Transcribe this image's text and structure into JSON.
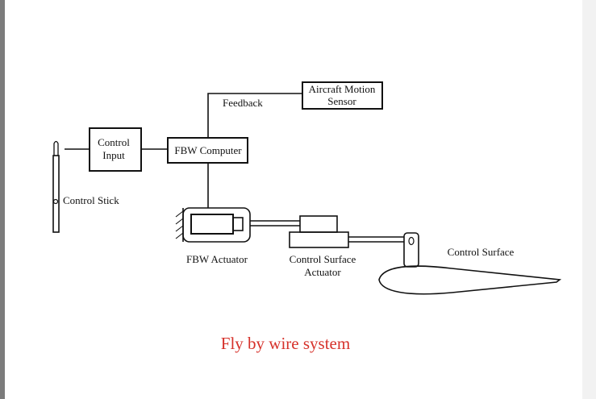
{
  "diagram": {
    "caption": "Fly by wire system",
    "labels": {
      "control_input_line1": "Control",
      "control_input_line2": "Input",
      "fbw_computer": "FBW Computer",
      "feedback": "Feedback",
      "sensor_line1": "Aircraft Motion",
      "sensor_line2": "Sensor",
      "control_stick": "Control Stick",
      "fbw_actuator": "FBW Actuator",
      "csa_line1": "Control Surface",
      "csa_line2": "Actuator",
      "control_surface": "Control Surface"
    },
    "colors": {
      "caption": "#d6312a",
      "stroke": "#111111",
      "frame": "#7c7c7c"
    }
  }
}
